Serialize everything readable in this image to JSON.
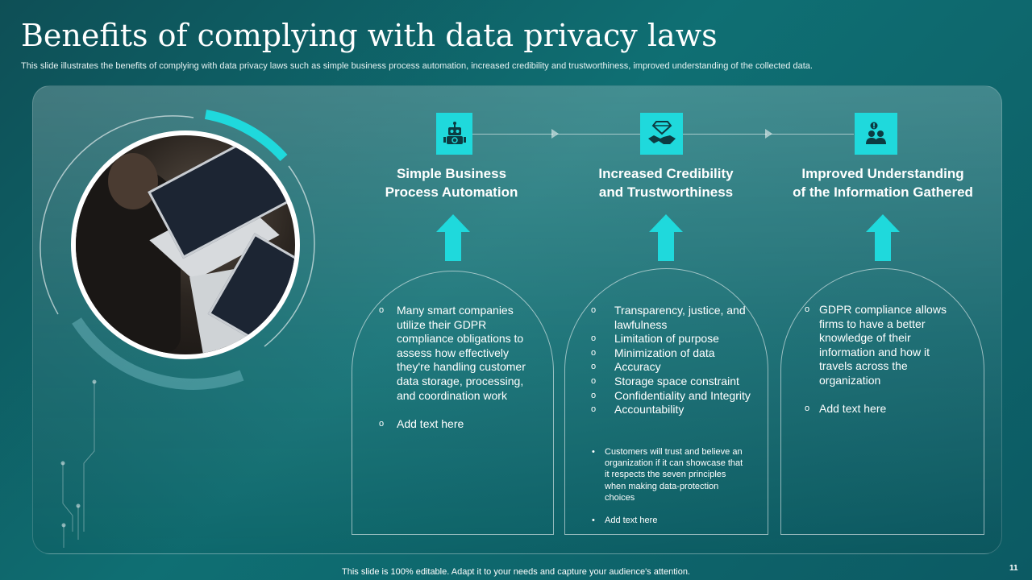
{
  "title": "Benefits of complying with data privacy laws",
  "subtitle": "This slide illustrates the benefits of complying with data privacy  laws such as simple business process automation, increased credibility and trustworthiness, improved understanding of the collected data.",
  "colors": {
    "accent": "#1fd9dc",
    "background": "#0f6f73"
  },
  "photo": {
    "description_icon": "people-with-laptops-photo"
  },
  "columns": [
    {
      "icon": "robot-gear-icon",
      "heading_line1": "Simple Business",
      "heading_line2": "Process Automation",
      "bullets": [
        "Many smart companies utilize their GDPR compliance obligations to assess how effectively they're handling customer data storage, processing, and coordination work",
        "Add text here"
      ]
    },
    {
      "icon": "diamond-handshake-icon",
      "heading_line1": "Increased Credibility",
      "heading_line2": "and Trustworthiness",
      "bullets": [
        "Transparency, justice, and lawfulness",
        "Limitation of purpose",
        "Minimization of data",
        "Accuracy",
        "Storage space constraint",
        "Confidentiality and Integrity",
        "Accountability"
      ],
      "sub_bullets": [
        "Customers will trust and believe an organization if it can showcase that it respects the seven principles when making data-protection choices",
        "Add text here"
      ]
    },
    {
      "icon": "user-group-alert-icon",
      "heading_line1": "Improved Understanding",
      "heading_line2": "of the Information Gathered",
      "bullets": [
        "GDPR compliance allows firms to have a better knowledge of their information and how it travels across the organization",
        "Add text here"
      ]
    }
  ],
  "bullet_marker": "o",
  "dot_marker": "•",
  "footer": "This slide is 100% editable. Adapt it to your needs and capture your audience's attention.",
  "page_number": "11"
}
